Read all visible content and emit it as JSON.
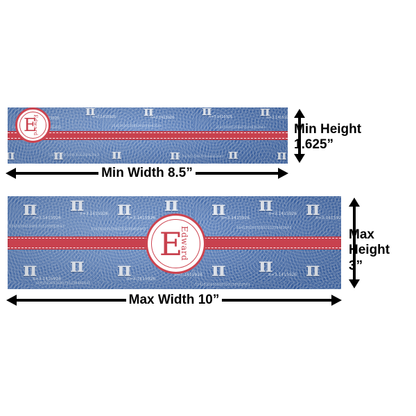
{
  "product": {
    "type": "personalized-banner-pi-pattern",
    "monogram": {
      "initial": "E",
      "name": "Edward",
      "ring_color": "#cc4450",
      "letter_color": "#c8414e",
      "face_color": "#ffffff"
    },
    "pattern": {
      "name": "pi-spiral-pattern",
      "background_color": "#3e6cb0",
      "motif_color": "#eef3fb",
      "ribbon_color": "#c8414e",
      "stitch_color": "#ffffff",
      "pi_glyph": "π",
      "pi_caption": "π=3.1415926",
      "digit_arc": "3141592653589793238462643"
    }
  },
  "previews": [
    {
      "id": "min-size-preview",
      "width_label": "Min Width 8.5”",
      "height_label_line1": "Min Height",
      "height_label_line2": "1.625”"
    },
    {
      "id": "max-size-preview",
      "width_label": "Max Width 10”",
      "height_label_line1": "Max Height",
      "height_label_line2": "3”"
    }
  ]
}
